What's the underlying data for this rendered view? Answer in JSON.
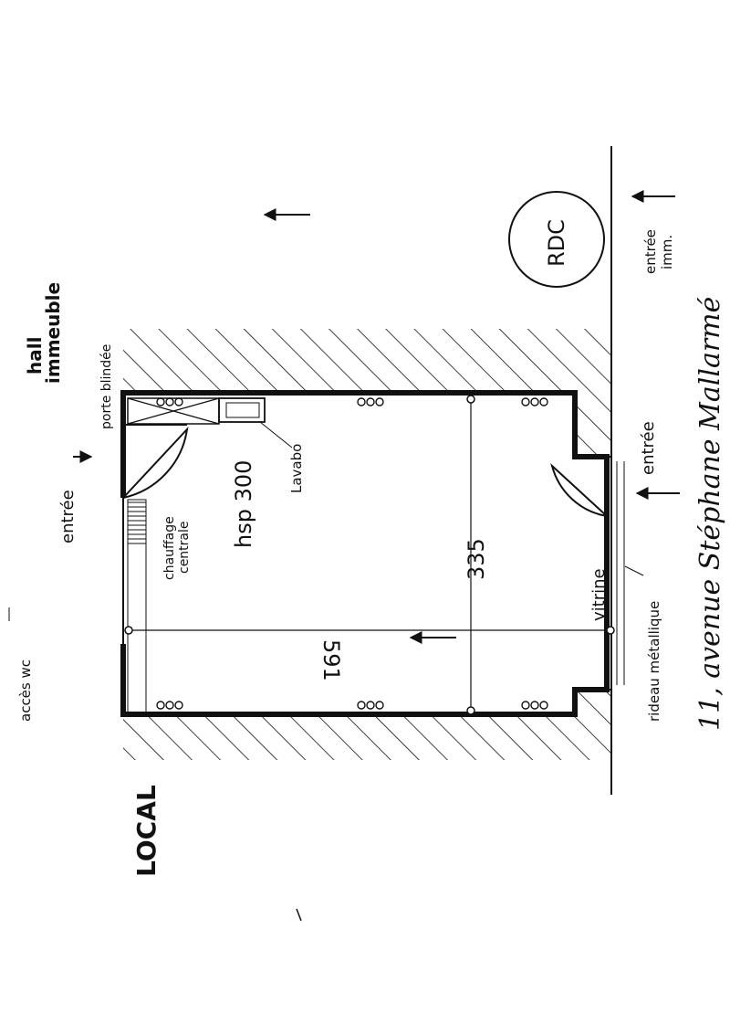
{
  "labels": {
    "hall": "hall",
    "immeuble": "immeuble",
    "porte_blindee": "porte blindée",
    "entree_left": "entrée",
    "acces_wc": "accès wc",
    "local": "LOCAL",
    "lavabo": "Lavabo",
    "chauffage": "chauffage",
    "centrale": "centrale",
    "hsp": "hsp 300",
    "dim_length": "591",
    "dim_width": "335",
    "vitrine": "vitrine",
    "rideau": "rideau métallique",
    "entree_right": "entrée",
    "entree_imm_1": "entrée",
    "entree_imm_2": "imm.",
    "rdc": "RDC",
    "address": "11, avenue Stéphane Mallarmé"
  }
}
